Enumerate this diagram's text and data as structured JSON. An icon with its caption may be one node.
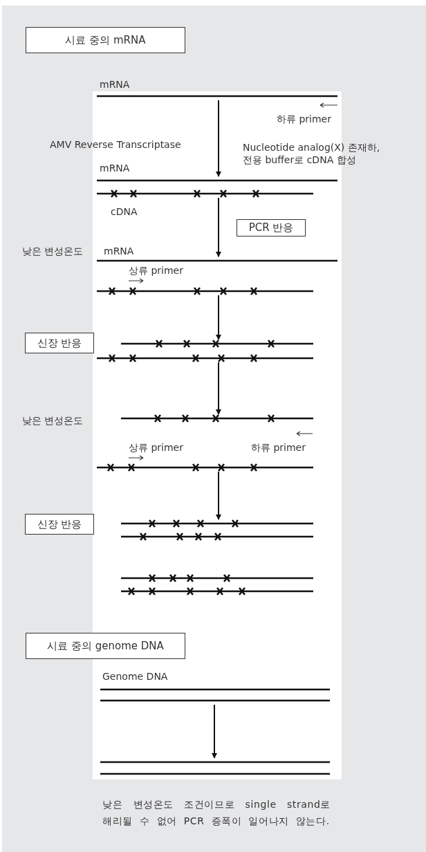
{
  "diagram": {
    "nodes": [
      {
        "text": [
          "시료 중의 mRNA"
        ]
      },
      {
        "text": [],
        "shape": "picture"
      },
      {
        "text": [],
        "shape": "picture"
      },
      {
        "text": [
          "PCR 반응"
        ]
      },
      {
        "text": [],
        "shape": "picture"
      },
      {
        "text": [
          "신장 반응"
        ]
      },
      {
        "text": [],
        "shape": "picture"
      },
      {
        "text": [],
        "shape": "picture"
      },
      {
        "text": [
          "신장 반응"
        ]
      },
      {
        "text": [],
        "shape": "picture"
      },
      {
        "text": [],
        "shape": "picture"
      },
      {
        "text": [
          "시료 중의 genome DNA"
        ]
      },
      {
        "text": [],
        "shape": "picture"
      },
      {
        "text": [],
        "shape": "picture"
      }
    ],
    "edges": [
      {
        "from": 1,
        "to": 2,
        "arrow": "to"
      },
      {
        "from": 2,
        "to": 4,
        "arrow": "to"
      },
      {
        "from": 4,
        "to": 6,
        "arrow": "to"
      },
      {
        "from": 6,
        "to": 7,
        "arrow": "to"
      },
      {
        "from": 7,
        "to": 9,
        "arrow": "to"
      },
      {
        "from": 12,
        "to": 13,
        "arrow": "to"
      }
    ],
    "labels": [
      "mRNA",
      "하류 primer",
      "AMV Reverse Transcriptase",
      "Nucleotide analog(X) 존재하, 전용 buffer로 cDNA 합성",
      "mRNA",
      "cDNA",
      "낮은 변성온도",
      "mRNA",
      "상류 primer",
      "낮은 변성온도",
      "상류 primer",
      "하류 primer",
      "Genome DNA",
      "낮은 변성온도 조건이므로 single strand로 해리될 수 없어 PCR 증폭이 일어나지 않는다."
    ]
  }
}
